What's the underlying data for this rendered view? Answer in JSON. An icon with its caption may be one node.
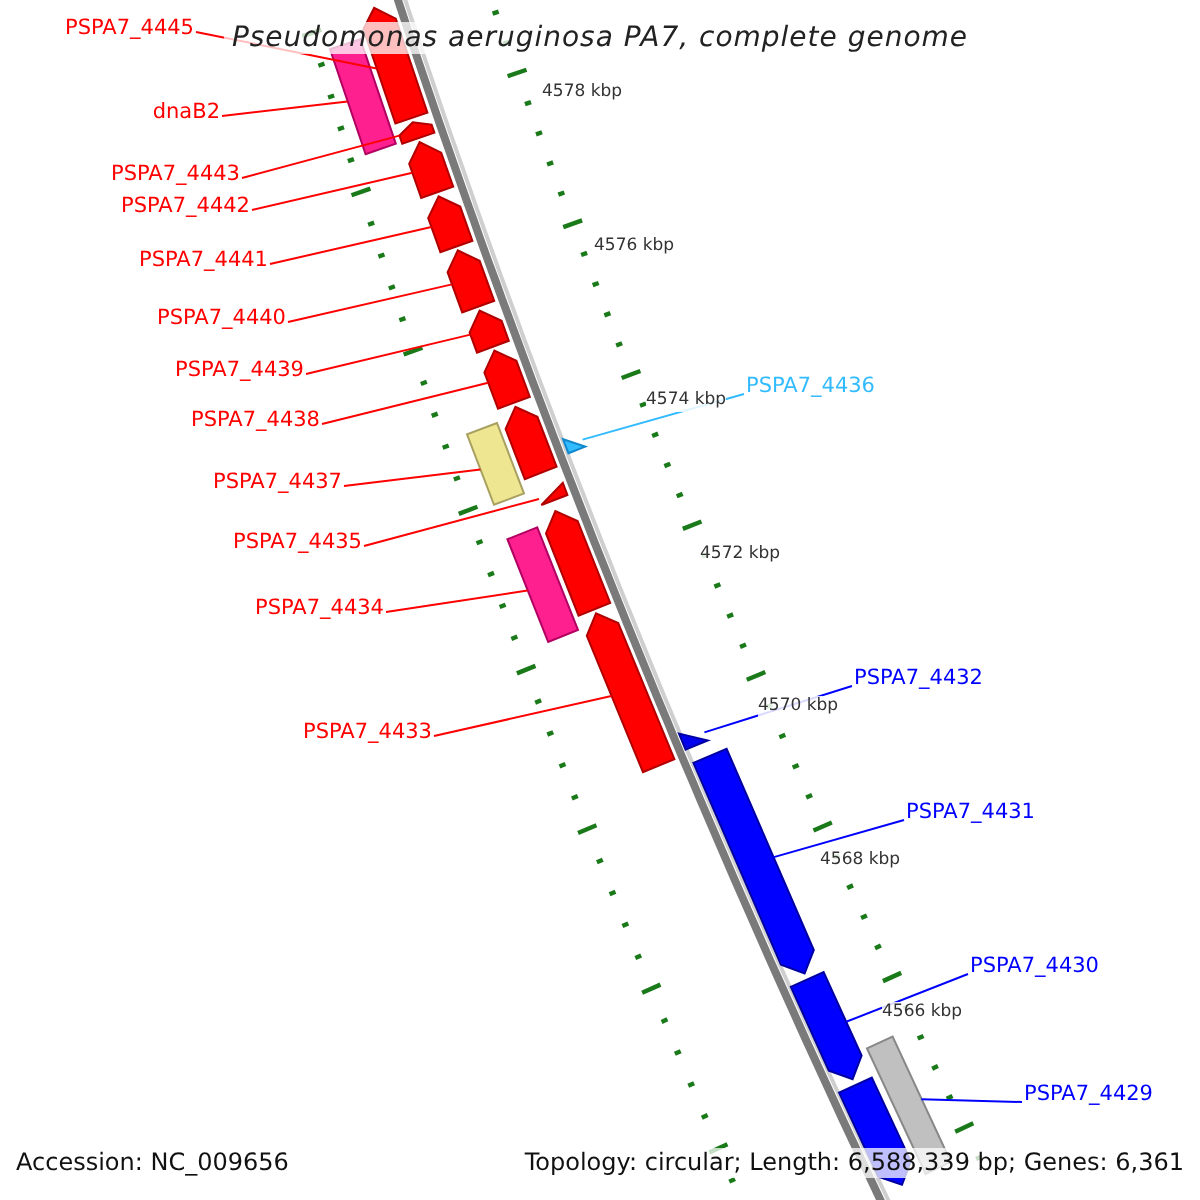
{
  "diagram": {
    "title": "Pseudomonas aeruginosa PA7, complete genome",
    "nodes": [
      {
        "text": [
          "PSPA7_4445"
        ]
      },
      {
        "text": [
          "dnaB2"
        ]
      },
      {
        "text": [
          "PSPA7_4443"
        ]
      },
      {
        "text": [
          "PSPA7_4442"
        ]
      },
      {
        "text": [
          "PSPA7_4441"
        ]
      },
      {
        "text": [
          "PSPA7_4440"
        ]
      },
      {
        "text": [
          "PSPA7_4439"
        ]
      },
      {
        "text": [
          "PSPA7_4438"
        ]
      },
      {
        "text": [
          "PSPA7_4437"
        ]
      },
      {
        "text": [
          "PSPA7_4436"
        ]
      },
      {
        "text": [
          "PSPA7_4435"
        ]
      },
      {
        "text": [
          "PSPA7_4434"
        ]
      },
      {
        "text": [
          "PSPA7_4433"
        ]
      },
      {
        "text": [
          "PSPA7_4432"
        ]
      },
      {
        "text": [
          "PSPA7_4431"
        ]
      },
      {
        "text": [
          "PSPA7_4430"
        ]
      },
      {
        "text": [
          "PSPA7_4429"
        ]
      },
      {
        "text": [],
        "shape": "arrow"
      },
      {
        "text": [],
        "shape": "bar"
      },
      {
        "text": [],
        "shape": "arrow"
      },
      {
        "text": [],
        "shape": "arrow"
      },
      {
        "text": [],
        "shape": "arrow"
      },
      {
        "text": [],
        "shape": "arrow"
      },
      {
        "text": [],
        "shape": "arrow"
      },
      {
        "text": [],
        "shape": "arrow"
      },
      {
        "text": [],
        "shape": "arrow"
      },
      {
        "text": [],
        "shape": "bar"
      },
      {
        "text": [],
        "shape": "triangle"
      },
      {
        "text": [],
        "shape": "triangle"
      },
      {
        "text": [],
        "shape": "arrow"
      },
      {
        "text": [],
        "shape": "bar"
      },
      {
        "text": [],
        "shape": "arrow"
      },
      {
        "text": [],
        "shape": "triangle"
      },
      {
        "text": [],
        "shape": "arrow"
      },
      {
        "text": [],
        "shape": "arrow"
      },
      {
        "text": [],
        "shape": "bar"
      },
      {
        "text": [],
        "shape": "arrow"
      }
    ],
    "edges": [
      {
        "from": 0,
        "to": 17,
        "arrow": "none"
      },
      {
        "from": 1,
        "to": 18,
        "arrow": "none"
      },
      {
        "from": 2,
        "to": 19,
        "arrow": "none"
      },
      {
        "from": 3,
        "to": 20,
        "arrow": "none"
      },
      {
        "from": 4,
        "to": 21,
        "arrow": "none"
      },
      {
        "from": 5,
        "to": 22,
        "arrow": "none"
      },
      {
        "from": 6,
        "to": 23,
        "arrow": "none"
      },
      {
        "from": 7,
        "to": 24,
        "arrow": "none"
      },
      {
        "from": 8,
        "to": 26,
        "arrow": "none"
      },
      {
        "from": 9,
        "to": 27,
        "arrow": "none",
        "color": "#33bbff"
      },
      {
        "from": 10,
        "to": 28,
        "arrow": "none"
      },
      {
        "from": 11,
        "to": 30,
        "arrow": "none"
      },
      {
        "from": 12,
        "to": 31,
        "arrow": "none"
      },
      {
        "from": 13,
        "to": 32,
        "arrow": "none",
        "color": "#0000ff"
      },
      {
        "from": 14,
        "to": 33,
        "arrow": "none",
        "color": "#0000ff"
      },
      {
        "from": 15,
        "to": 34,
        "arrow": "none",
        "color": "#0000ff"
      },
      {
        "from": 16,
        "to": 35,
        "arrow": "none",
        "color": "#0000ff"
      }
    ],
    "labels": [
      "4578 kbp",
      "4576 kbp",
      "4574 kbp",
      "4572 kbp",
      "4570 kbp",
      "4568 kbp",
      "4566 kbp",
      "Accession: NC_009656",
      "Topology: circular; Length: 6,588,339 bp; Genes: 6,361"
    ]
  }
}
